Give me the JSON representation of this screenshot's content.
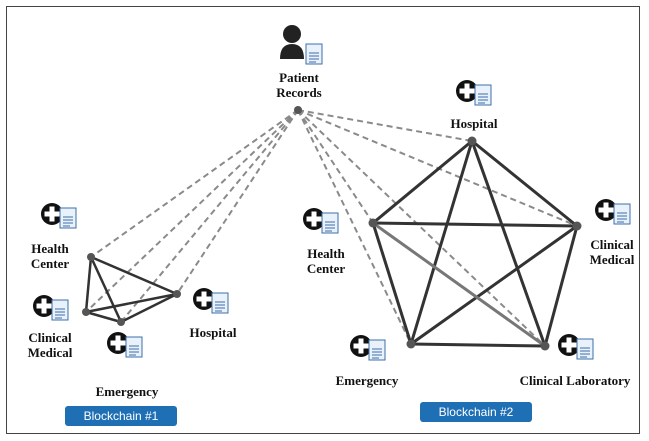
{
  "patient": {
    "line1": "Patient",
    "line2": "Records"
  },
  "chain1": {
    "badge": "Blockchain #1",
    "nodes": [
      {
        "id": "health",
        "label1": "Health",
        "label2": "Center"
      },
      {
        "id": "clinical",
        "label1": "Clinical",
        "label2": "Medical"
      },
      {
        "id": "emergency",
        "label1": "Emergency",
        "label2": ""
      },
      {
        "id": "hospital",
        "label1": "Hospital",
        "label2": ""
      }
    ]
  },
  "chain2": {
    "badge": "Blockchain #2",
    "nodes": [
      {
        "id": "hospital",
        "label1": "Hospital",
        "label2": ""
      },
      {
        "id": "health",
        "label1": "Health",
        "label2": "Center"
      },
      {
        "id": "clinical",
        "label1": "Clinical",
        "label2": "Medical"
      },
      {
        "id": "emergency",
        "label1": "Emergency",
        "label2": ""
      },
      {
        "id": "lab",
        "label1": "Clinical Laboratory",
        "label2": ""
      }
    ]
  },
  "colors": {
    "badge": "#1f6fb5",
    "edge": "#333333",
    "dashed": "#8a8a8a",
    "node": "#555555"
  },
  "icons": {
    "patient": "person-document-icon",
    "facility": "medical-cross-document-icon"
  }
}
